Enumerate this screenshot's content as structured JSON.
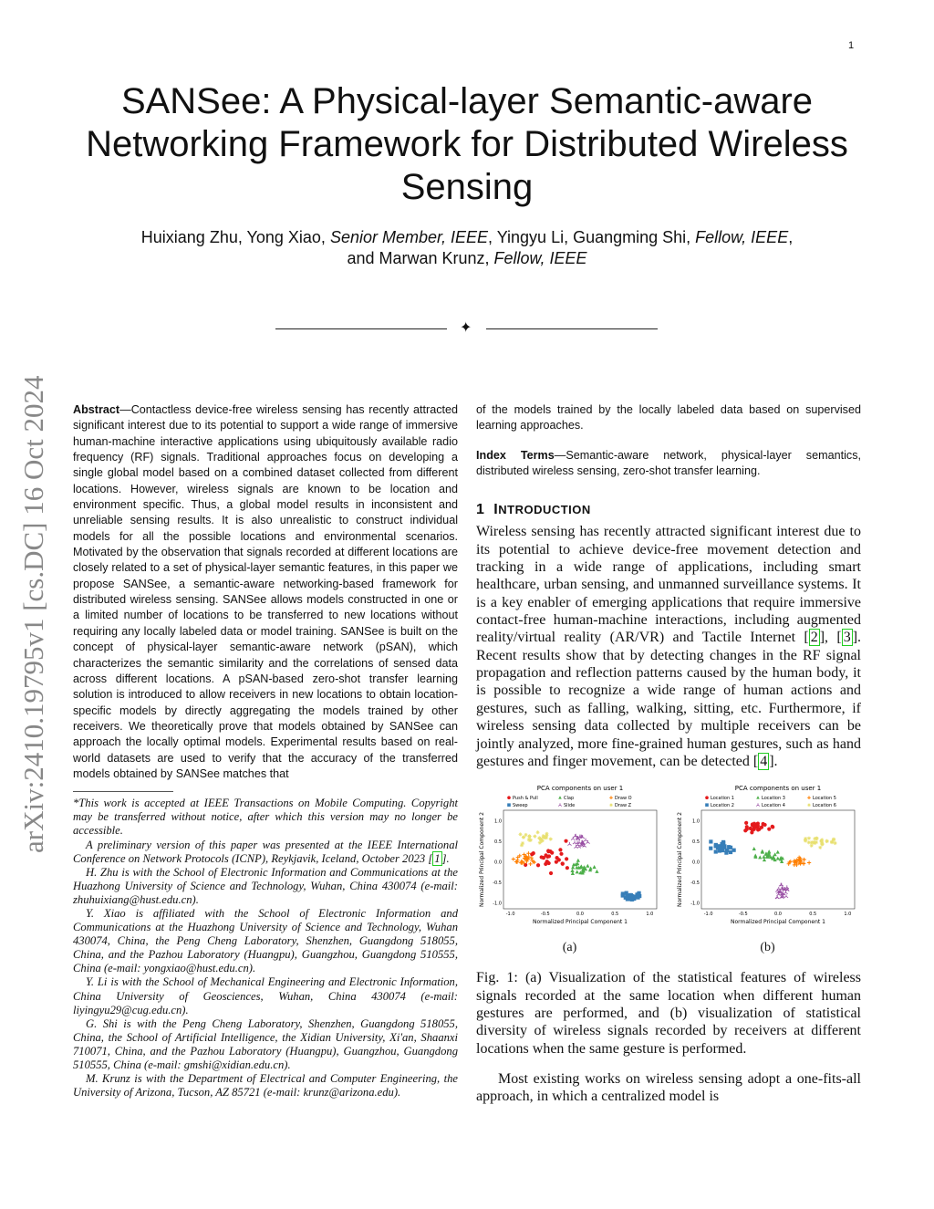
{
  "page_number": "1",
  "title": "SANSee: A Physical-layer Semantic-aware Networking Framework for Distributed Wireless Sensing",
  "authors": {
    "line1_a": "Huixiang Zhu, Yong Xiao, ",
    "line1_b": "Senior Member, IEEE",
    "line1_c": ", Yingyu Li, Guangming Shi, ",
    "line1_d": "Fellow, IEEE",
    ",line1_e": ",",
    "line2_a": "and Marwan Krunz, ",
    "line2_b": "Fellow, IEEE"
  },
  "arxiv_stamp": "arXiv:2410.19795v1  [cs.DC]  16 Oct 2024",
  "abstract": {
    "label": "Abstract",
    "text": "—Contactless device-free wireless sensing has recently attracted significant interest due to its potential to support a wide range of immersive human-machine interactive applications using ubiquitously available radio frequency (RF) signals. Traditional approaches focus on developing a single global model based on a combined dataset collected from different locations. However, wireless signals are known to be location and environment specific. Thus, a global model results in inconsistent and unreliable sensing results. It is also unrealistic to construct individual models for all the possible locations and environmental scenarios. Motivated by the observation that signals recorded at different locations are closely related to a set of physical-layer semantic features, in this paper we propose SANSee, a semantic-aware networking-based framework for distributed wireless sensing. SANSee allows models constructed in one or a limited number of locations to be transferred to new locations without requiring any locally labeled data or model training. SANSee is built on the concept of physical-layer semantic-aware network (pSAN), which characterizes the semantic similarity and the correlations of sensed data across different locations. A pSAN-based zero-shot transfer learning solution is introduced to allow receivers in new locations to obtain location-specific models by directly aggregating the models trained by other receivers. We theoretically prove that models obtained by SANSee can approach the locally optimal models. Experimental results based on real-world datasets are used to verify that the accuracy of the transferred models obtained by SANSee matches that",
    "continued": "of the models trained by the locally labeled data based on supervised learning approaches."
  },
  "index_terms": {
    "label": "Index Terms",
    "text": "—Semantic-aware network, physical-layer semantics, distributed wireless sensing, zero-shot transfer learning."
  },
  "section": {
    "number": "1",
    "title_first": "I",
    "title_rest": "NTRODUCTION"
  },
  "intro": {
    "p1a": "Wireless sensing has recently attracted significant interest due to its potential to achieve device-free movement detection and tracking in a wide range of applications, including smart healthcare, urban sensing, and unmanned surveillance systems. It is a key enabler of emerging applications that require immersive contact-free human-machine interactions, including augmented reality/virtual reality (AR/VR) and Tactile Internet ",
    "ref2": "2",
    "ref3": "3",
    "p1b": ". Recent results show that by detecting changes in the RF signal propagation and reflection patterns caused by the human body, it is possible to recognize a wide range of human actions and gestures, such as falling, walking, sitting, etc. Furthermore, if wireless sensing data collected by multiple receivers can be jointly analyzed, more fine-grained human gestures, such as hand gestures and finger movement, can be detected ",
    "ref4": "4",
    "p2": "Most existing works on wireless sensing adopt a one-fits-all approach, in which a centralized model is"
  },
  "footnotes": {
    "f1": "*This work is accepted at IEEE Transactions on Mobile Computing. Copyright may be transferred without notice, after which this version may no longer be accessible.",
    "f2": "A preliminary version of this paper was presented at the IEEE International Conference on Network Protocols (ICNP), Reykjavik, Iceland, October 2023 ",
    "f2_ref": "1",
    "f3": "H. Zhu is with the School of Electronic Information and Communications at the Huazhong University of Science and Technology, Wuhan, China 430074 (e-mail: zhuhuixiang@hust.edu.cn).",
    "f4": "Y. Xiao is affiliated with the School of Electronic Information and Communications at the Huazhong University of Science and Technology, Wuhan 430074, China, the Peng Cheng Laboratory, Shenzhen, Guangdong 518055, China, and the Pazhou Laboratory (Huangpu), Guangzhou, Guangdong 510555, China (e-mail: yongxiao@hust.edu.cn).",
    "f5": "Y. Li is with the School of Mechanical Engineering and Electronic Information, China University of Geosciences, Wuhan, China 430074 (e-mail: liyingyu29@cug.edu.cn).",
    "f6": "G. Shi is with the Peng Cheng Laboratory, Shenzhen, Guangdong 518055, China, the School of Artificial Intelligence, the Xidian University, Xi'an, Shaanxi 710071, China, and the Pazhou Laboratory (Huangpu), Guangzhou, Guangdong 510555, China (e-mail: gmshi@xidian.edu.cn).",
    "f7": "M. Krunz is with the Department of Electrical and Computer Engineering, the University of Arizona, Tucson, AZ 85721 (e-mail: krunz@arizona.edu)."
  },
  "figure": {
    "sub_a": "(a)",
    "sub_b": "(b)",
    "caption": "Fig. 1: (a) Visualization of the statistical features of wireless signals recorded at the same location when different human gestures are performed, and (b) visualization of statistical diversity of wireless signals recorded by receivers at different locations when the same gesture is performed."
  },
  "chart_data": [
    {
      "type": "scatter",
      "title": "PCA components on user 1",
      "xlabel": "Normalized Principal Component 1",
      "ylabel": "Normalized Principal Component 2",
      "xlim": [
        -1.1,
        1.1
      ],
      "ylim": [
        -1.15,
        1.25
      ],
      "xticks": [
        "-1.0",
        "-0.5",
        "0.0",
        "0.5",
        "1.0"
      ],
      "yticks": [
        "1.0",
        "0.5",
        "0.0",
        "-0.5",
        "-1.0"
      ],
      "legend": "top",
      "series": [
        {
          "name": "Push & Pull",
          "color": "#e41a1c",
          "marker": "circle",
          "center": [
            -0.35,
            0.1
          ],
          "spread": [
            0.35,
            0.3
          ]
        },
        {
          "name": "Sweep",
          "color": "#377eb8",
          "marker": "square",
          "center": [
            0.75,
            -0.85
          ],
          "spread": [
            0.12,
            0.08
          ]
        },
        {
          "name": "Clap",
          "color": "#4daf4a",
          "marker": "triangle",
          "center": [
            0.05,
            -0.15
          ],
          "spread": [
            0.15,
            0.15
          ]
        },
        {
          "name": "Slide",
          "color": "#984ea3",
          "marker": "tri",
          "center": [
            0.0,
            0.5
          ],
          "spread": [
            0.15,
            0.12
          ]
        },
        {
          "name": "Draw O",
          "color": "#ff7f00",
          "marker": "plus",
          "center": [
            -0.8,
            0.05
          ],
          "spread": [
            0.15,
            0.12
          ]
        },
        {
          "name": "Draw Z",
          "color": "#ffff55",
          "marker": "star",
          "center": [
            -0.6,
            0.55
          ],
          "spread": [
            0.2,
            0.15
          ]
        }
      ]
    },
    {
      "type": "scatter",
      "title": "PCA components on user 1",
      "xlabel": "Normalized Principal Component 1",
      "ylabel": "Normalized Principal Component 2",
      "xlim": [
        -1.1,
        1.1
      ],
      "ylim": [
        -1.15,
        1.25
      ],
      "xticks": [
        "-1.0",
        "-0.5",
        "0.0",
        "0.5",
        "1.0"
      ],
      "yticks": [
        "1.0",
        "0.5",
        "0.0",
        "-0.5",
        "-1.0"
      ],
      "legend": "top",
      "series": [
        {
          "name": "Location 1",
          "color": "#e41a1c",
          "marker": "circle",
          "center": [
            -0.3,
            0.85
          ],
          "spread": [
            0.15,
            0.1
          ]
        },
        {
          "name": "Location 2",
          "color": "#377eb8",
          "marker": "square",
          "center": [
            -0.8,
            0.35
          ],
          "spread": [
            0.15,
            0.12
          ]
        },
        {
          "name": "Location 3",
          "color": "#4daf4a",
          "marker": "triangle",
          "center": [
            -0.15,
            0.15
          ],
          "spread": [
            0.18,
            0.13
          ]
        },
        {
          "name": "Location 4",
          "color": "#984ea3",
          "marker": "tri",
          "center": [
            0.05,
            -0.7
          ],
          "spread": [
            0.1,
            0.15
          ]
        },
        {
          "name": "Location 5",
          "color": "#ff7f00",
          "marker": "plus",
          "center": [
            0.3,
            0.0
          ],
          "spread": [
            0.15,
            0.1
          ]
        },
        {
          "name": "Location 6",
          "color": "#ffff55",
          "marker": "star",
          "center": [
            0.6,
            0.5
          ],
          "spread": [
            0.2,
            0.12
          ]
        }
      ]
    }
  ]
}
